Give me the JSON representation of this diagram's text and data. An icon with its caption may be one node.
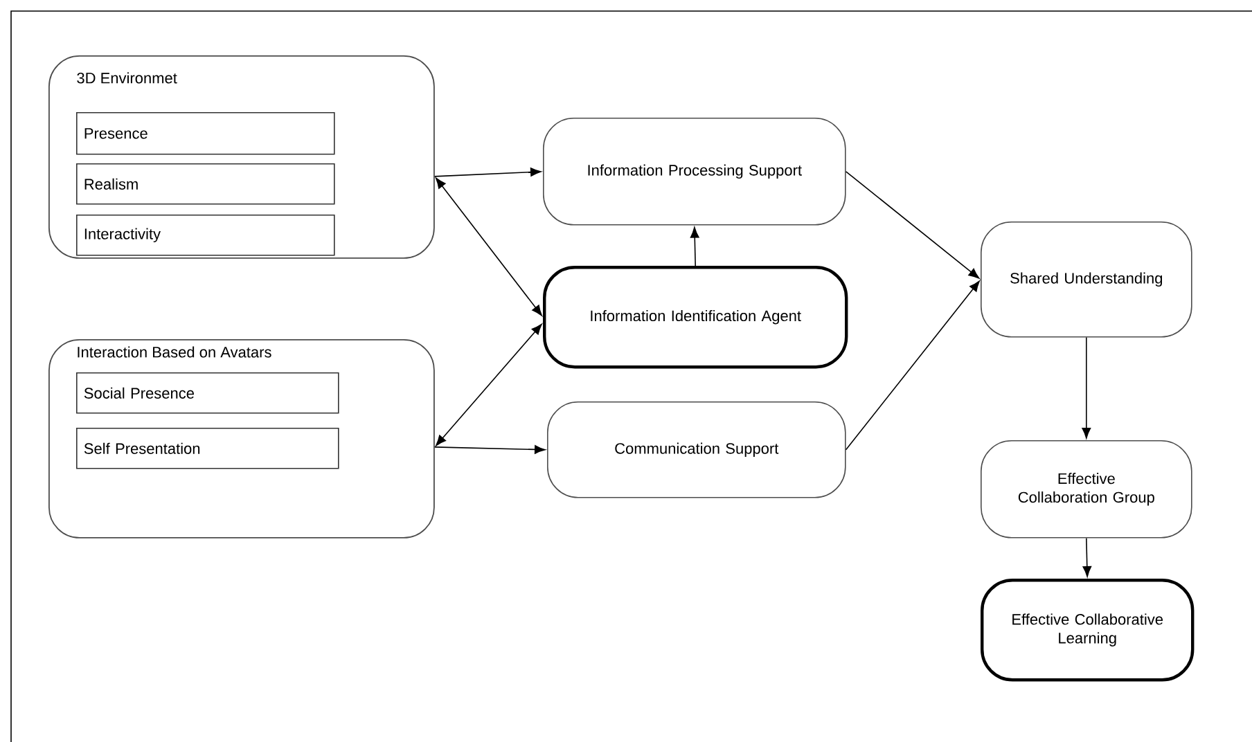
{
  "diagram": {
    "nodes": [
      {
        "text": [
          "3D Environmet"
        ]
      },
      {
        "text": [
          "Presence"
        ],
        "in": 0
      },
      {
        "text": [
          "Realism"
        ],
        "in": 0
      },
      {
        "text": [
          "Interactivity"
        ],
        "in": 0
      },
      {
        "text": [
          "Interaction Based on Avatars"
        ]
      },
      {
        "text": [
          "Social Presence"
        ],
        "in": 4
      },
      {
        "text": [
          "Self Presentation"
        ],
        "in": 4
      },
      {
        "text": [
          "Information Processing Support"
        ]
      },
      {
        "text": [
          "Information Identification Agent"
        ]
      },
      {
        "text": [
          "Communication Support"
        ]
      },
      {
        "text": [
          "Shared Understanding"
        ]
      },
      {
        "text": [
          "Effective Collaboration Group"
        ]
      },
      {
        "text": [
          "Effective Collaborative Learning"
        ]
      }
    ],
    "edges": [
      {
        "from": 0,
        "to": 7,
        "arrow": "to"
      },
      {
        "from": 0,
        "to": 8,
        "arrow": "both"
      },
      {
        "from": 4,
        "to": 8,
        "arrow": "both"
      },
      {
        "from": 4,
        "to": 9,
        "arrow": "to"
      },
      {
        "from": 8,
        "to": 7,
        "arrow": "to"
      },
      {
        "from": 7,
        "to": 10,
        "arrow": "to"
      },
      {
        "from": 9,
        "to": 10,
        "arrow": "to"
      },
      {
        "from": 10,
        "to": 11,
        "arrow": "to"
      },
      {
        "from": 11,
        "to": 12,
        "arrow": "to"
      }
    ]
  }
}
